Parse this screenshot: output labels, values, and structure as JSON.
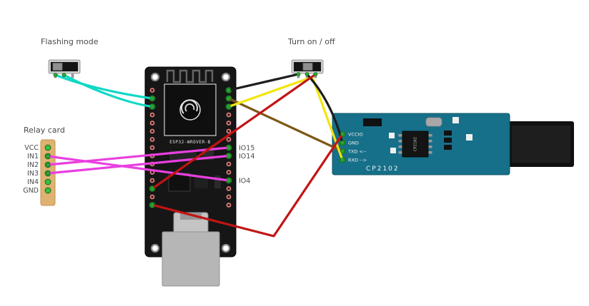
{
  "diagram": {
    "flashing_switch_label": "Flashing mode",
    "power_switch_label": "Turn on / off",
    "relay_card_label": "Relay card",
    "gpio_labels": {
      "io15": "IO15",
      "io14": "IO14",
      "io4": "IO4"
    }
  },
  "relay_card": {
    "pins": [
      "VCC",
      "IN1",
      "IN2",
      "IN3",
      "IN4",
      "GND"
    ]
  },
  "esp32": {
    "silkscreen": "ESP32-WROVER-B"
  },
  "usb_adapter": {
    "pin_labels": [
      "VCCIO",
      "GND",
      "TXD <--",
      "RXD -->"
    ],
    "board_label": "CP2102",
    "chip_label": "CP2102"
  },
  "colors": {
    "background": "#ffffff",
    "annotation_text": "#4a4a4a",
    "relay_board": "#dfb271",
    "esp32_board": "#161616",
    "adapter_board": "#17708a",
    "usb_plug_gray": "#b6b6b6",
    "usb_plug_black": "#101010",
    "pin_ring": "#d97b7b",
    "connected_pad": "#39bf44",
    "wire_turquoise": "#0fd8c5",
    "wire_magenta": "#e93fe0",
    "wire_yellow": "#f2e50c",
    "wire_brown": "#7d5715",
    "wire_black": "#1d1d1d",
    "wire_red": "#c21414"
  }
}
